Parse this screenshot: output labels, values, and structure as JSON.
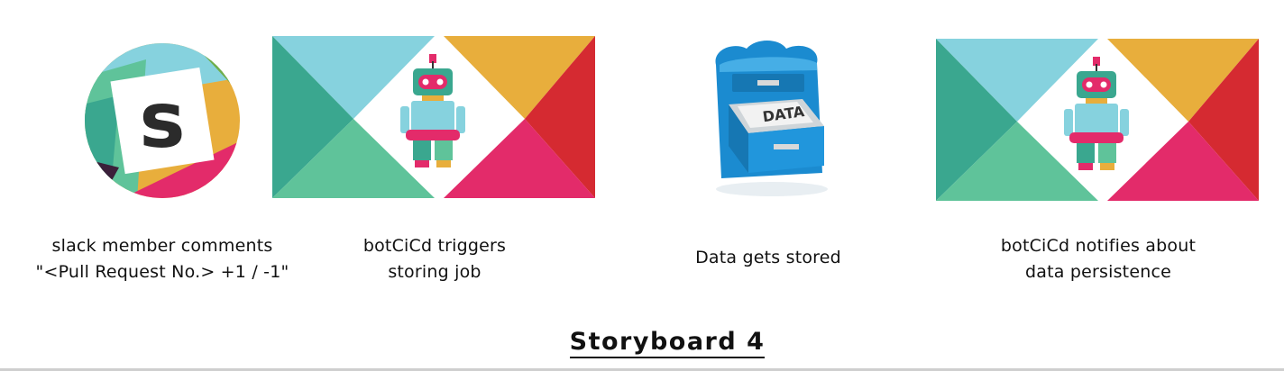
{
  "storyboard": {
    "title": "Storyboard 4",
    "panels": [
      {
        "icon": "slack-logo-icon",
        "caption_lines": [
          "slack member comments",
          "\"<Pull Request No.> +1 / -1\""
        ]
      },
      {
        "icon": "botcicd-robot-icon",
        "caption_lines": [
          "botCiCd triggers",
          "storing job"
        ]
      },
      {
        "icon": "data-cabinet-icon",
        "caption_lines": [
          "Data gets stored"
        ],
        "drawer_text": "DATA"
      },
      {
        "icon": "botcicd-robot-icon",
        "caption_lines": [
          "botCiCd notifies about",
          "data persistence"
        ]
      }
    ]
  },
  "colors": {
    "teal": "#3aa78f",
    "green": "#5fc39a",
    "lightblue": "#86d2de",
    "orange": "#e8ae3c",
    "red": "#d52a31",
    "pink": "#e32b6a",
    "cabinet_blue": "#1b8bd0"
  }
}
